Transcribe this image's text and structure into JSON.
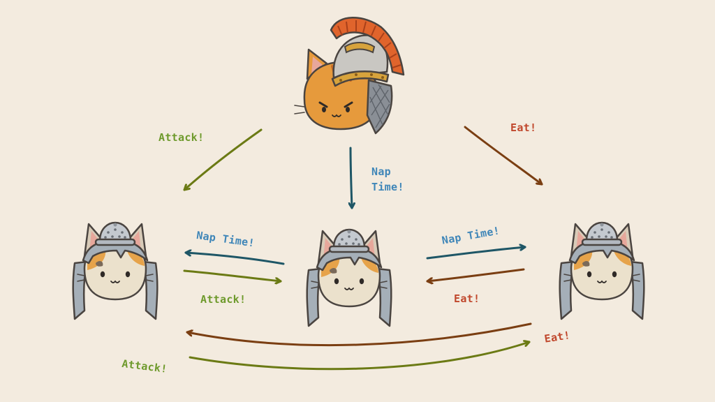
{
  "labels": {
    "top_left_attack": "Attack!",
    "top_mid_nap": "Nap\nTime!",
    "top_right_eat": "Eat!",
    "left_pair_nap": "Nap Time!",
    "left_pair_attack": "Attack!",
    "right_pair_nap": "Nap Time!",
    "right_pair_eat": "Eat!",
    "long_eat": "Eat!",
    "long_attack": "Attack!"
  },
  "colors": {
    "background": "#f3ebdf",
    "attack": "#6e9a2c",
    "nap": "#3f86b8",
    "eat": "#c0472c",
    "arrow_attack": "#6b7a14",
    "arrow_nap": "#1e5666",
    "arrow_eat": "#7a3e12"
  },
  "characters": [
    {
      "id": "leader",
      "icon": "gladiator-cat-icon",
      "helmet": "roman-helmet"
    },
    {
      "id": "left",
      "icon": "colander-cat-icon",
      "helmet": "colander"
    },
    {
      "id": "center",
      "icon": "colander-cat-icon",
      "helmet": "colander"
    },
    {
      "id": "right",
      "icon": "colander-cat-icon",
      "helmet": "colander"
    }
  ]
}
